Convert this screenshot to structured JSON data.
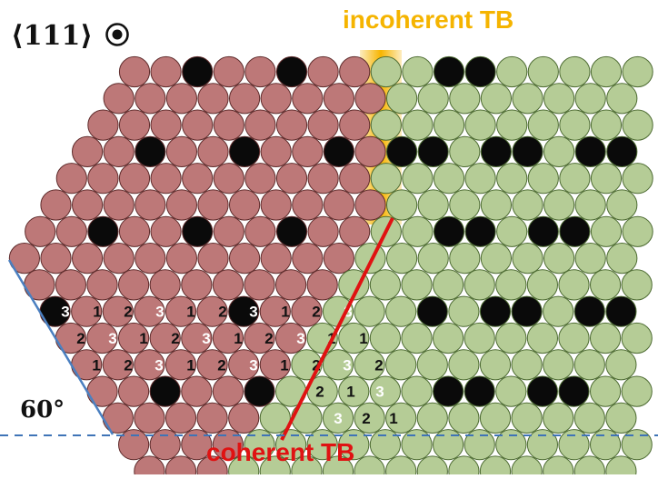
{
  "labels": {
    "orientation": "⟨111⟩",
    "incoherent_tb": "incoherent TB",
    "coherent_tb": "coherent TB",
    "angle": "60°"
  },
  "colors": {
    "left_grain": "#bd7878",
    "right_grain": "#b5cc96",
    "vacancy": "#0a0a0a",
    "incoherent_band": "#f7b500",
    "coherent_line": "#e01212",
    "guide_line": "#4a7fc0",
    "dashed_base": "#3f74b7"
  },
  "stacking_numbers": [
    [
      "3",
      "1",
      "2",
      "3",
      "1",
      "2",
      "3",
      "1",
      "2",
      "3"
    ],
    [
      "2",
      "3",
      "1",
      "2",
      "3",
      "1",
      "2",
      "3",
      "1",
      "1"
    ],
    [
      "1",
      "2",
      "3",
      "1",
      "2",
      "3",
      "1",
      "2",
      "3",
      "2"
    ],
    [
      "2",
      "1",
      "3"
    ],
    [
      "3",
      "2",
      "1"
    ]
  ]
}
